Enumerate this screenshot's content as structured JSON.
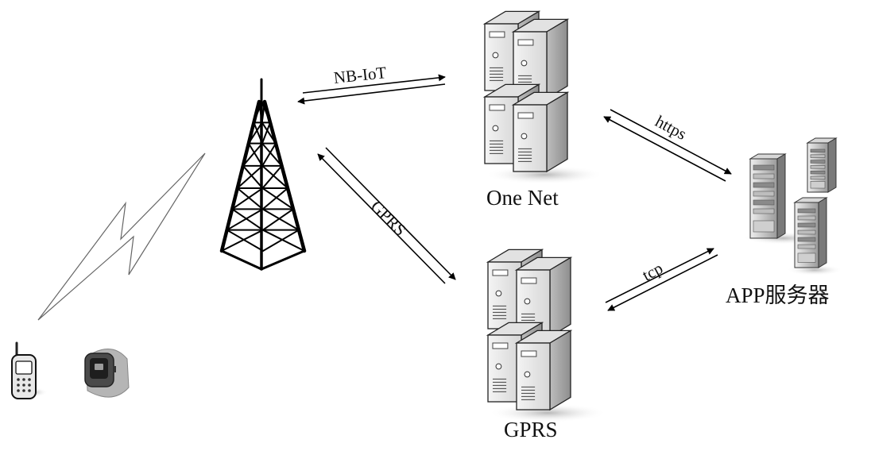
{
  "nodes": {
    "phone": {
      "icon": "mobile-phone-icon"
    },
    "watch": {
      "icon": "smartwatch-icon"
    },
    "tower": {
      "icon": "cell-tower-icon"
    },
    "onenet": {
      "label": "One Net",
      "icon": "server-rack-icon"
    },
    "gprs_server": {
      "label": "GPRS",
      "icon": "server-rack-icon"
    },
    "app_server": {
      "label": "APP服务器",
      "icon": "server-tower-icon"
    }
  },
  "edges": {
    "nbiot": {
      "label": "NB-IoT"
    },
    "gprs_link": {
      "label": "GPRS"
    },
    "https": {
      "label": "https"
    },
    "tcp": {
      "label": "tcp"
    }
  }
}
